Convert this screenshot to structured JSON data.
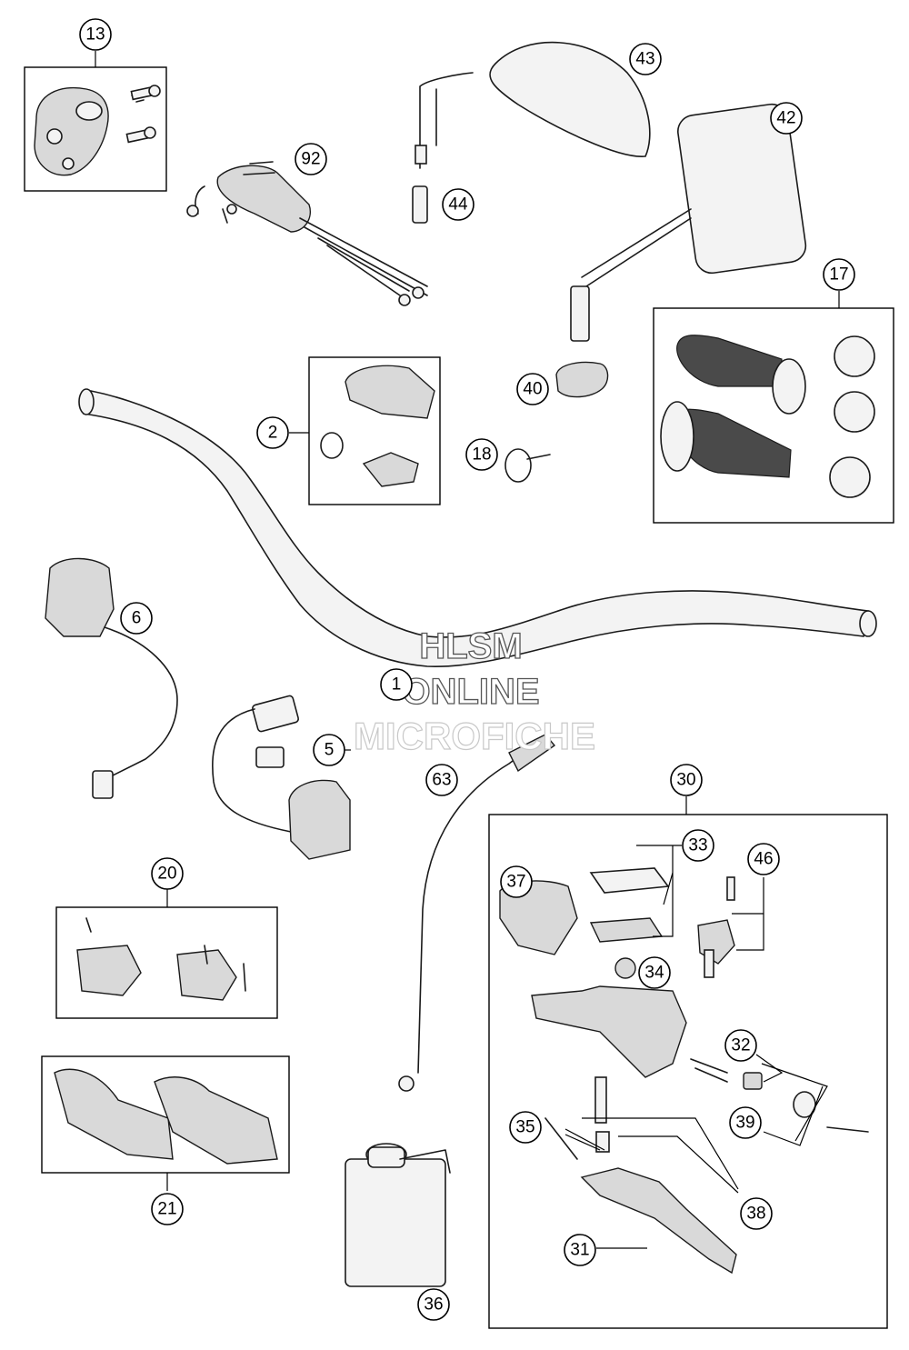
{
  "diagram": {
    "callouts": [
      "13",
      "43",
      "42",
      "92",
      "44",
      "17",
      "40",
      "2",
      "18",
      "6",
      "1",
      "5",
      "63",
      "30",
      "33",
      "46",
      "37",
      "34",
      "20",
      "32",
      "39",
      "35",
      "38",
      "31",
      "21",
      "36"
    ],
    "watermark": {
      "line1": "HLSM",
      "line2": "ONLINE",
      "line3": "MICROFICHE"
    }
  }
}
